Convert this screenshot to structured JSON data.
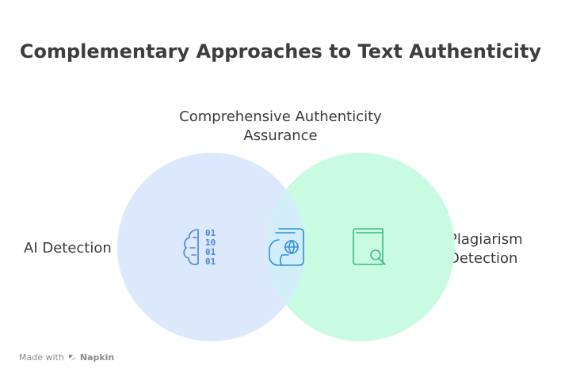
{
  "title": "Complementary Approaches to Text Authenticity",
  "labels": {
    "top": "Comprehensive Authenticity Assurance",
    "left": "AI Detection",
    "right": "Plagiarism Detection"
  },
  "icons": {
    "left": "ai-brain-binary-icon",
    "middle": "passport-globe-icon",
    "right": "book-search-icon"
  },
  "colors": {
    "left_fill": "#dce8fc",
    "right_fill": "#c9fbe3",
    "overlap_fill": "#d2eff9",
    "left_icon": "#4a82e0",
    "right_icon": "#3dbb7e",
    "middle_icon": "#2f8fd8"
  },
  "footer": {
    "prefix": "Made with",
    "brand": "Napkin"
  }
}
